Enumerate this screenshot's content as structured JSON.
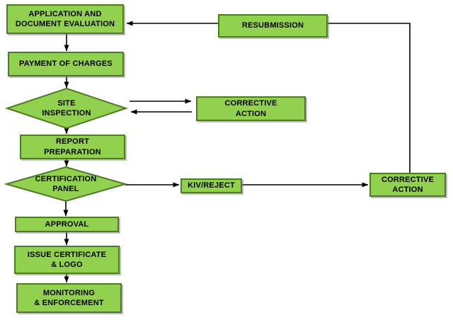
{
  "colors": {
    "background": "#ffffff",
    "box_fill": "#92d050",
    "box_border": "#4e7a27",
    "connector": "#000000",
    "text": "#000000"
  },
  "nodes": {
    "application": {
      "label": "APPLICATION AND\nDOCUMENT EVALUATION",
      "shape": "rectangle"
    },
    "resubmission": {
      "label": "RESUBMISSION",
      "shape": "rectangle"
    },
    "payment": {
      "label": "PAYMENT OF CHARGES",
      "shape": "rectangle"
    },
    "site_inspection": {
      "label": "SITE\nINSPECTION",
      "shape": "diamond"
    },
    "corrective_action_site": {
      "label": "CORRECTIVE\nACTION",
      "shape": "rectangle"
    },
    "report_preparation": {
      "label": "REPORT\nPREPARATION",
      "shape": "rectangle"
    },
    "certification_panel": {
      "label": "CERTIFICATION\nPANEL",
      "shape": "diamond"
    },
    "kiv_reject": {
      "label": "KIV/REJECT",
      "shape": "rectangle"
    },
    "corrective_action_panel": {
      "label": "CORRECTIVE\nACTION",
      "shape": "rectangle"
    },
    "approval": {
      "label": "APPROVAL",
      "shape": "rectangle"
    },
    "issue_certificate": {
      "label": "ISSUE CERTIFICATE\n& LOGO",
      "shape": "rectangle"
    },
    "monitoring": {
      "label": "MONITORING\n& ENFORCEMENT",
      "shape": "rectangle"
    }
  },
  "edges": [
    {
      "from": "application",
      "to": "payment",
      "arrow": true
    },
    {
      "from": "payment",
      "to": "site_inspection",
      "arrow": true
    },
    {
      "from": "site_inspection",
      "to": "corrective_action_site",
      "arrow": true
    },
    {
      "from": "corrective_action_site",
      "to": "site_inspection",
      "arrow": true
    },
    {
      "from": "site_inspection",
      "to": "report_preparation",
      "arrow": true
    },
    {
      "from": "report_preparation",
      "to": "certification_panel",
      "arrow": true
    },
    {
      "from": "certification_panel",
      "to": "kiv_reject",
      "arrow": true
    },
    {
      "from": "kiv_reject",
      "to": "corrective_action_panel",
      "arrow": true
    },
    {
      "from": "corrective_action_panel",
      "to": "resubmission",
      "arrow": false
    },
    {
      "from": "resubmission",
      "to": "application",
      "arrow": true
    },
    {
      "from": "certification_panel",
      "to": "approval",
      "arrow": true
    },
    {
      "from": "approval",
      "to": "issue_certificate",
      "arrow": true
    },
    {
      "from": "issue_certificate",
      "to": "monitoring",
      "arrow": true
    }
  ]
}
